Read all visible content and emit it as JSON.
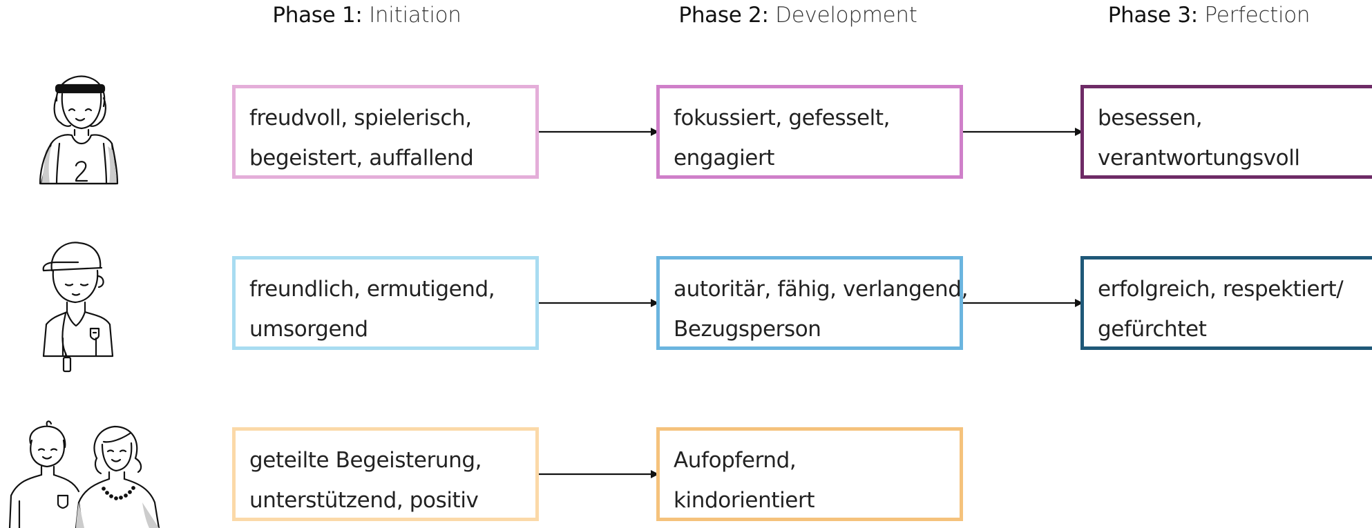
{
  "phases": [
    {
      "label": "Phase 1:",
      "name": "Initiation"
    },
    {
      "label": "Phase 2:",
      "name": "Development"
    },
    {
      "label": "Phase 3:",
      "name": "Perfection"
    }
  ],
  "rows": [
    {
      "figure": "athlete-icon",
      "boxes": [
        {
          "lines": [
            "freudvoll, spielerisch,",
            "begeistert, auffallend"
          ],
          "color": "#e4aed9"
        },
        {
          "lines": [
            "fokussiert, gefesselt,",
            "engagiert"
          ],
          "color": "#cf7fc9"
        },
        {
          "lines": [
            "besessen,",
            "verantwortungsvoll"
          ],
          "color": "#6e2b66"
        }
      ]
    },
    {
      "figure": "coach-icon",
      "boxes": [
        {
          "lines": [
            "freundlich, ermutigend,",
            "umsorgend"
          ],
          "color": "#a8dcf1"
        },
        {
          "lines": [
            "autoritär, fähig, verlangend,",
            "Bezugsperson"
          ],
          "color": "#6bb5df"
        },
        {
          "lines": [
            "erfolgreich, respektiert/",
            "gefürchtet"
          ],
          "color": "#1f5878"
        }
      ]
    },
    {
      "figure": "parents-icon",
      "boxes": [
        {
          "lines": [
            "geteilte Begeisterung,",
            "unterstützend, positiv"
          ],
          "color": "#fbd9a8"
        },
        {
          "lines": [
            "Aufopfernd,",
            "kindorientiert"
          ],
          "color": "#f5c27c"
        }
      ]
    }
  ]
}
